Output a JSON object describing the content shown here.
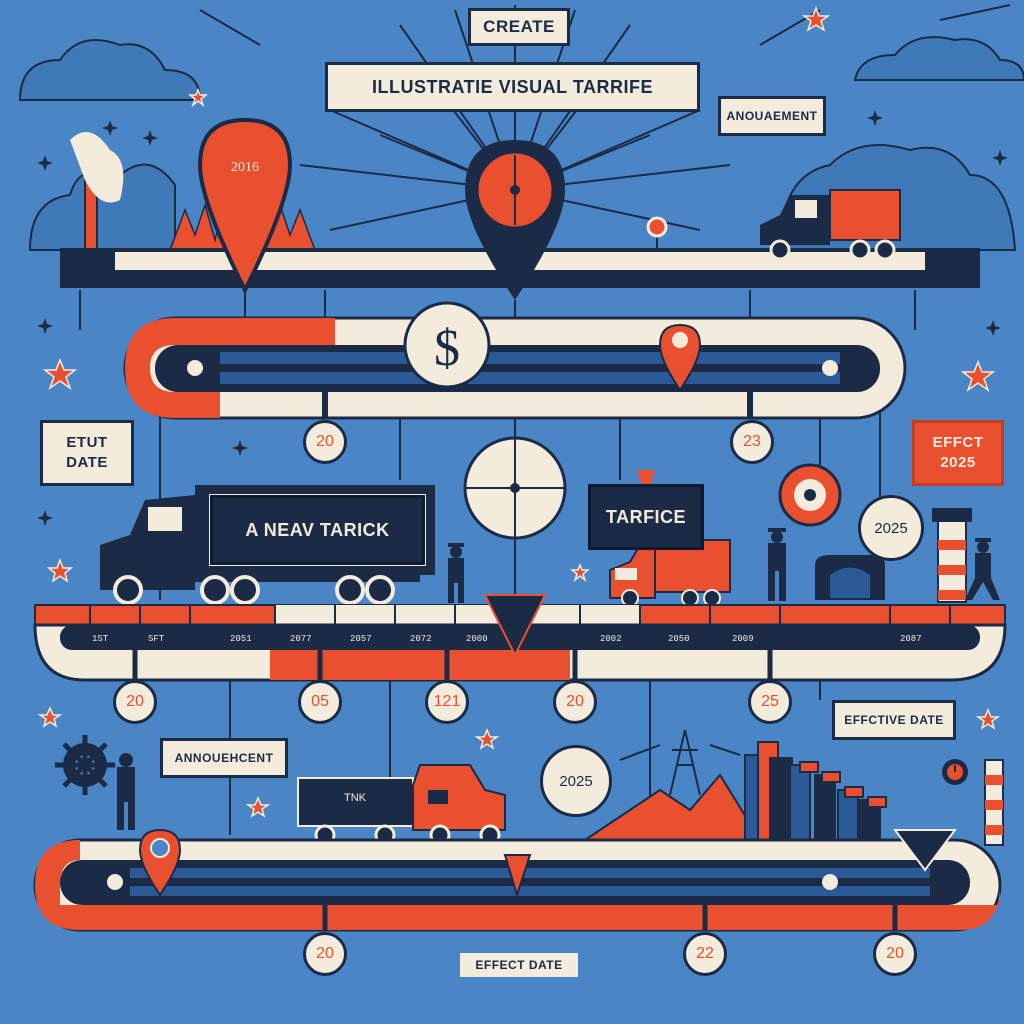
{
  "header": {
    "top_label": "CREATE",
    "banner": "ILLUSTRATIE VISUAL TARRIFE",
    "side_label": "ANOUAEMENT"
  },
  "pins": {
    "year_pin": "2016"
  },
  "left_label": {
    "line1": "ETUT",
    "line2": "DATE"
  },
  "right_label": {
    "line1": "EFFCT",
    "line2": "2025"
  },
  "truck_panel": "A NEAV TARICK",
  "tarfice_panel": "TARFICE",
  "badge_2025": "2025",
  "center_badge_2025": "2025",
  "timeline1_markers": [
    "20",
    "23"
  ],
  "timeline2_ticks": [
    "1ST",
    "SFT",
    "2051",
    "2077",
    "2057",
    "2072",
    "2000",
    "2002",
    "2050",
    "2009",
    "2087"
  ],
  "timeline2_markers": [
    "20",
    "05",
    "121",
    "20",
    "25"
  ],
  "announcement_label": "ANNOUEHCENT",
  "effective_label": "EFFCTIVE DATE",
  "truck_small_label": "TNK",
  "timeline3_markers": [
    "20",
    "22",
    "20"
  ],
  "bottom_label": "EFFECT DATE",
  "colors": {
    "background": "#4a86c5",
    "navy": "#1b2a45",
    "orange": "#e8502f",
    "cream": "#f3ecdd"
  }
}
